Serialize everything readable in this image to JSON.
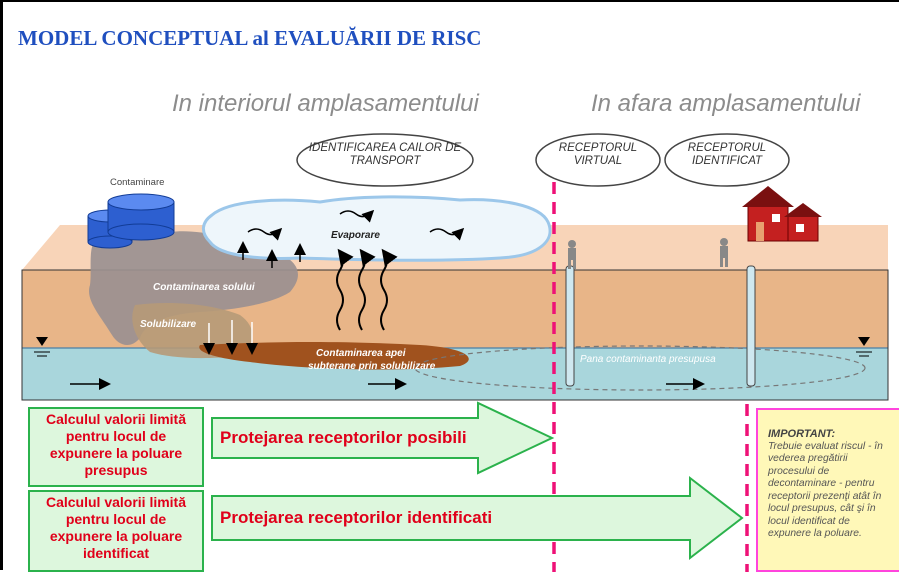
{
  "title": "MODEL CONCEPTUAL al  EVALUĂRII DE RISC",
  "sections": {
    "inside": "In interiorul amplasamentului",
    "outside": "In afara amplasamentului"
  },
  "ovals": {
    "transport": "IDENTIFICAREA CAILOR DE TRANSPORT",
    "virtual": "RECEPTORUL VIRTUAL",
    "identified": "RECEPTORUL IDENTIFICAT"
  },
  "labels": {
    "contaminare": "Contaminare",
    "evaporare": "Evaporare",
    "contaminarea_solului": "Contaminarea  solului",
    "solubilizare": "Solubilizare",
    "contaminarea_apei_1": "Contaminarea apei",
    "contaminarea_apei_2": "subterane prin solubilizare",
    "pana": "Pana contaminanta  presupusa"
  },
  "boxes": {
    "calc_presupus": "Calculul valorii limită pentru locul de expunere la poluare presupus",
    "calc_identificat": "Calculul valorii limită pentru  locul de expunere la poluare identificat"
  },
  "arrows": {
    "posibili": "Protejarea receptorilor posibili",
    "identificati": "Protejarea receptorilor identificati"
  },
  "important": {
    "heading": "IMPORTANT:",
    "text": "Trebuie evaluat riscul - în vederea pregătirii procesului de decontaminare - pentru receptorii prezenţi atât în locul presupus, cât şi în locul identificat de expunere la poluare."
  },
  "colors": {
    "title": "#1f4fbf",
    "soil_top": "#f8d4b8",
    "soil_mid": "#e8b588",
    "water": "#a9d6dc",
    "plume": "#a0521e",
    "dashed": "#ee1177",
    "box_green_fill": "#ddf7dd",
    "box_green_border": "#2bb24c",
    "red_text": "#e0001a",
    "important_bg": "#fff8b8"
  }
}
